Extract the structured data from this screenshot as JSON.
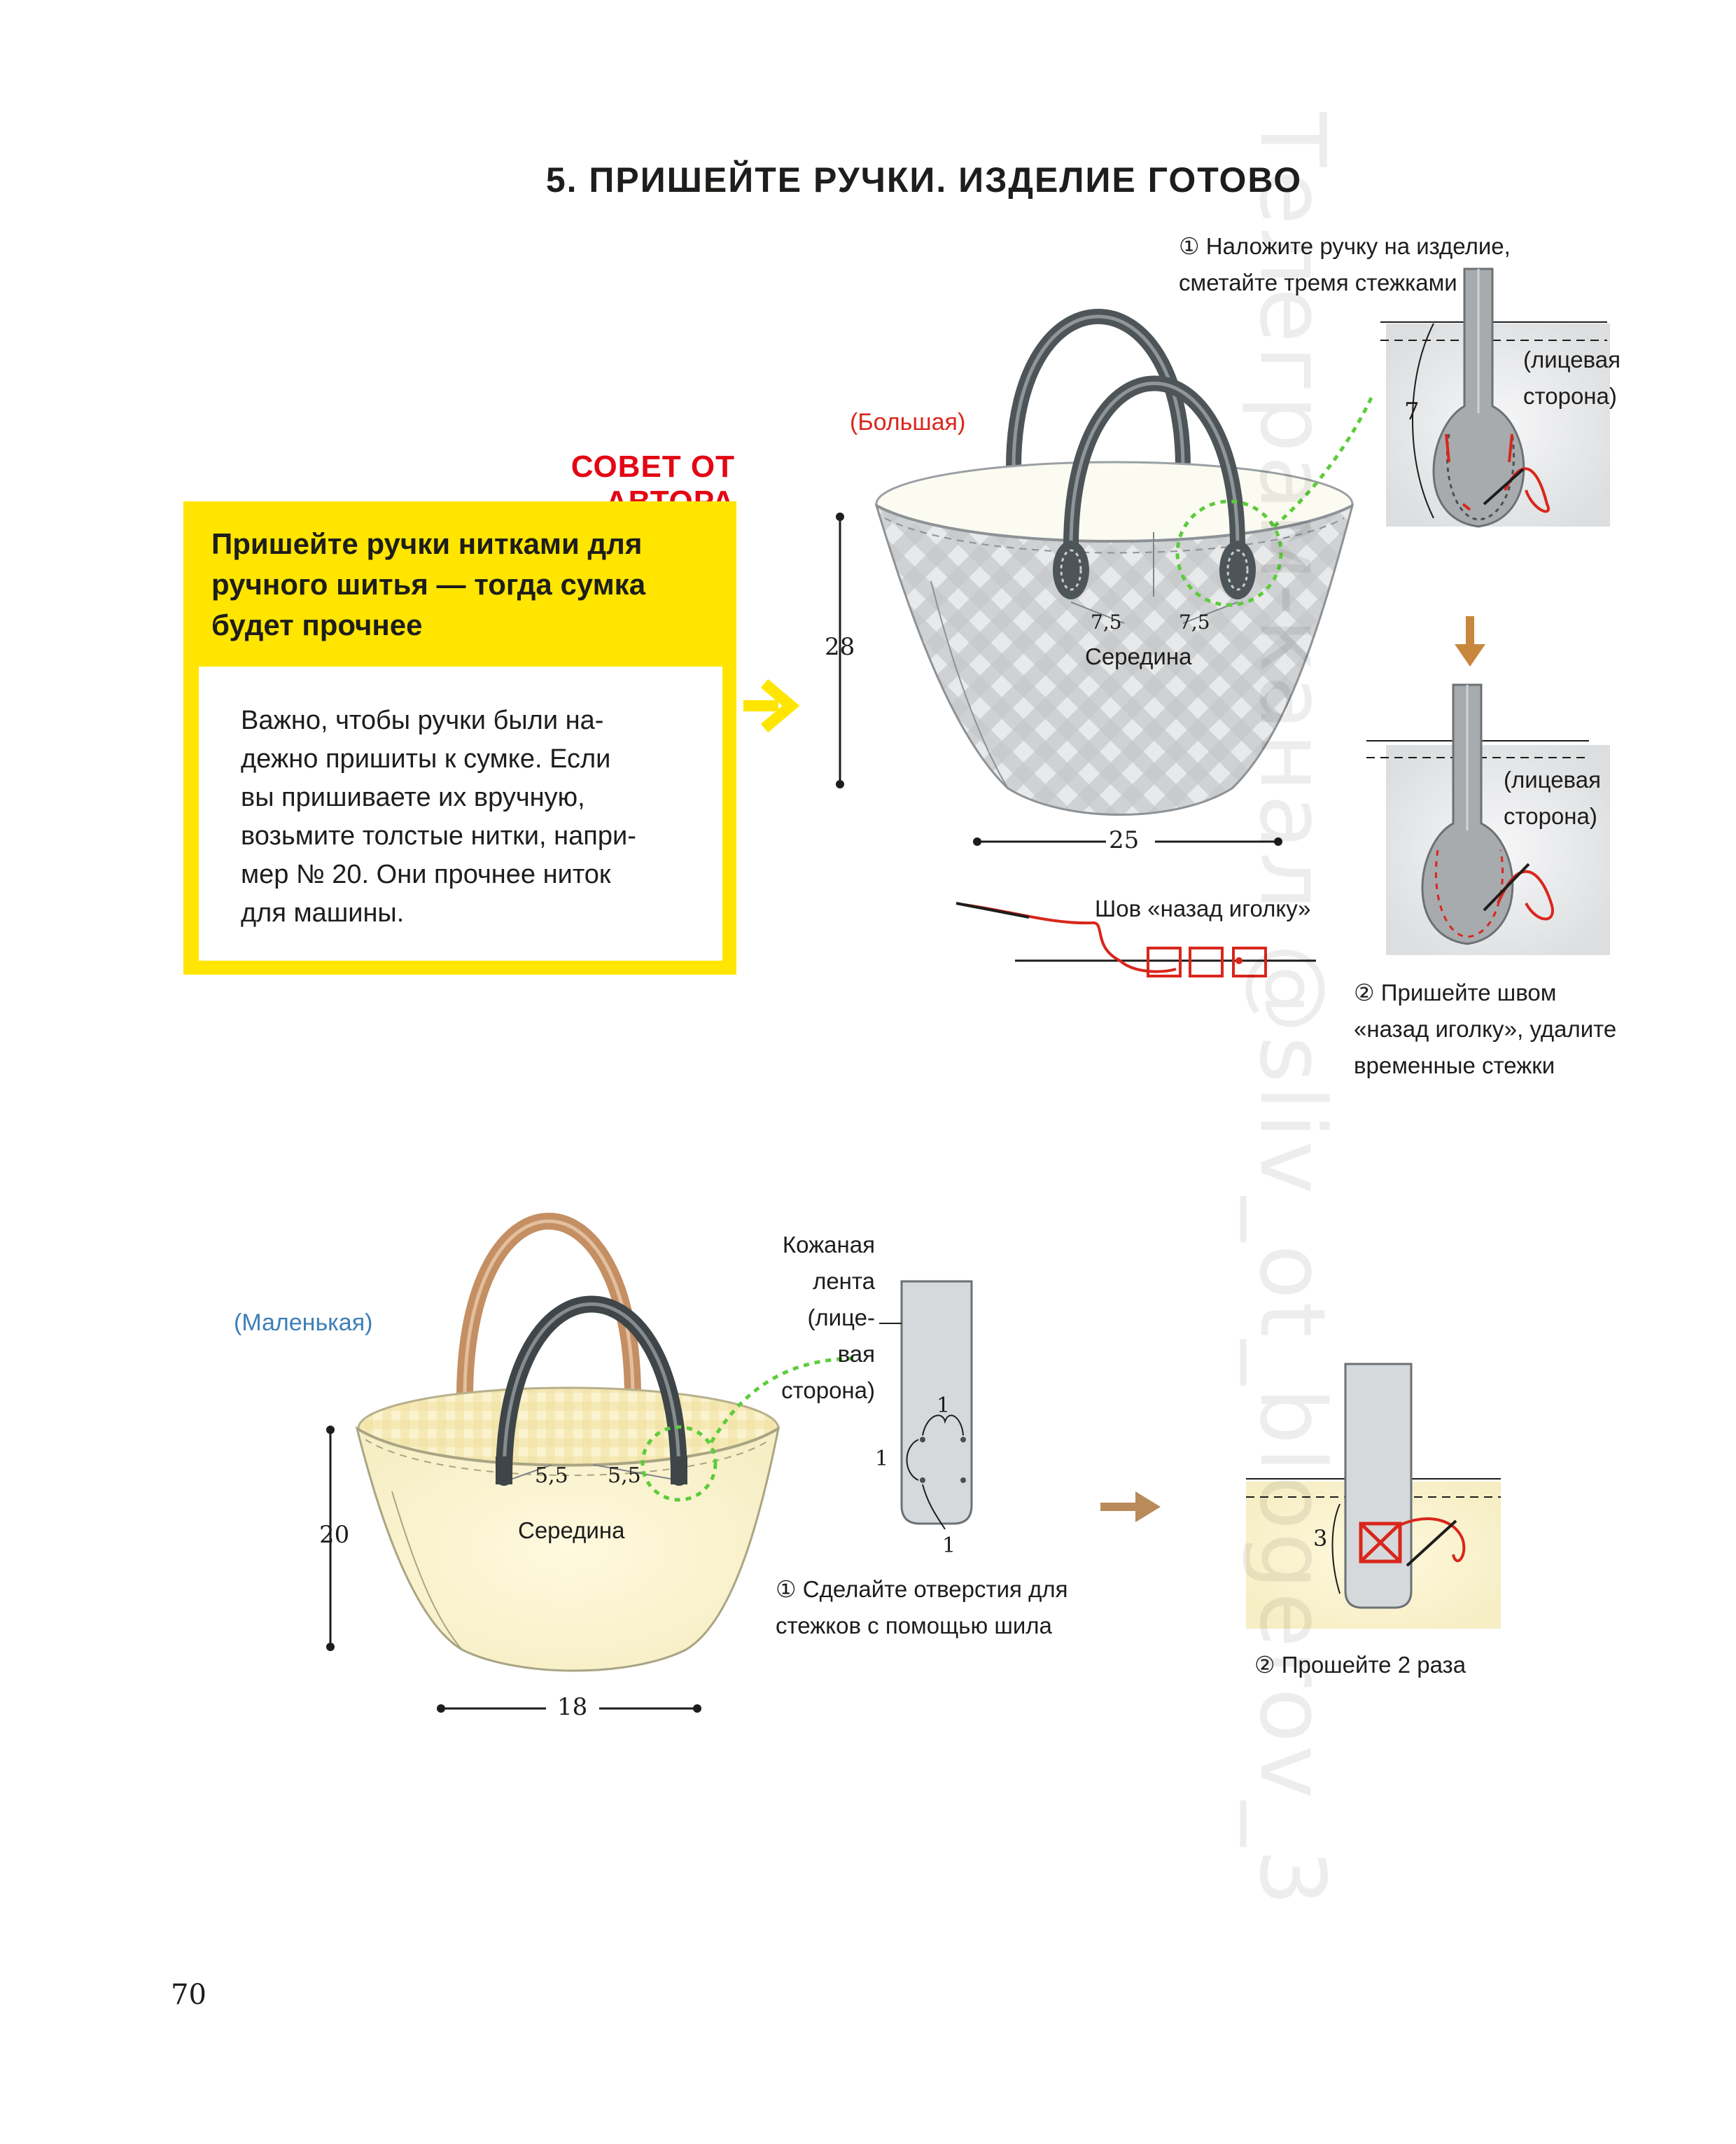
{
  "page": {
    "title": "5. ПРИШЕЙТЕ РУЧКИ. ИЗДЕЛИЕ ГОТОВО",
    "page_number": "70",
    "watermark": "Телеграм-канал @sliv_ot_blogerov_3"
  },
  "tip": {
    "heading": "СОВЕТ ОТ АВТОРА",
    "box_title": "Пришейте ручки нитками для ручного шитья — тогда сумка будет прочнее",
    "box_body": "Важно, чтобы ручки были на-\nдежно пришиты к сумке. Если\nвы пришиваете их вручную,\nвозьмите толстые нитки, напри-\nмер № 20. Они прочнее ниток\nдля машины."
  },
  "large_bag": {
    "label": "(Большая)",
    "height": "28",
    "width": "25",
    "offset_left": "7,5",
    "offset_right": "7,5",
    "center_label": "Середина",
    "stitch_name": "Шов «назад иголку»",
    "step1": "① Наложите ручку на изделие,\nсметайте тремя стежками",
    "step1_dim": "7",
    "face_side_1": "(лицевая\nсторона)",
    "face_side_2": "(лицевая\nсторона)",
    "step2": "② Пришейте швом\n«назад иголку», удалите\nвременные стежки"
  },
  "small_bag": {
    "label": "(Маленькая)",
    "height": "20",
    "width": "18",
    "offset_left": "5,5",
    "offset_right": "5,5",
    "center_label": "Середина",
    "leather_label": "Кожаная\nлента (лице-\nвая сторона)",
    "hole_dim_top": "1",
    "hole_dim_side": "1",
    "hole_dim_bottom": "1",
    "step1": "① Сделайте отверстия для\nстежков с помощью шила",
    "step2_dim": "3",
    "step2": "② Прошейте 2 раза"
  },
  "colors": {
    "accent_yellow": "#ffe500",
    "accent_red": "#e30613",
    "label_blue": "#3e7fb8",
    "thread_red": "#d9261c",
    "guide_green": "#5ccc3a",
    "arrow_orange": "#c9873d",
    "arrow_brown": "#b98a5a",
    "handle_gray": "#4e5559",
    "handle_tan": "#c48f63"
  }
}
